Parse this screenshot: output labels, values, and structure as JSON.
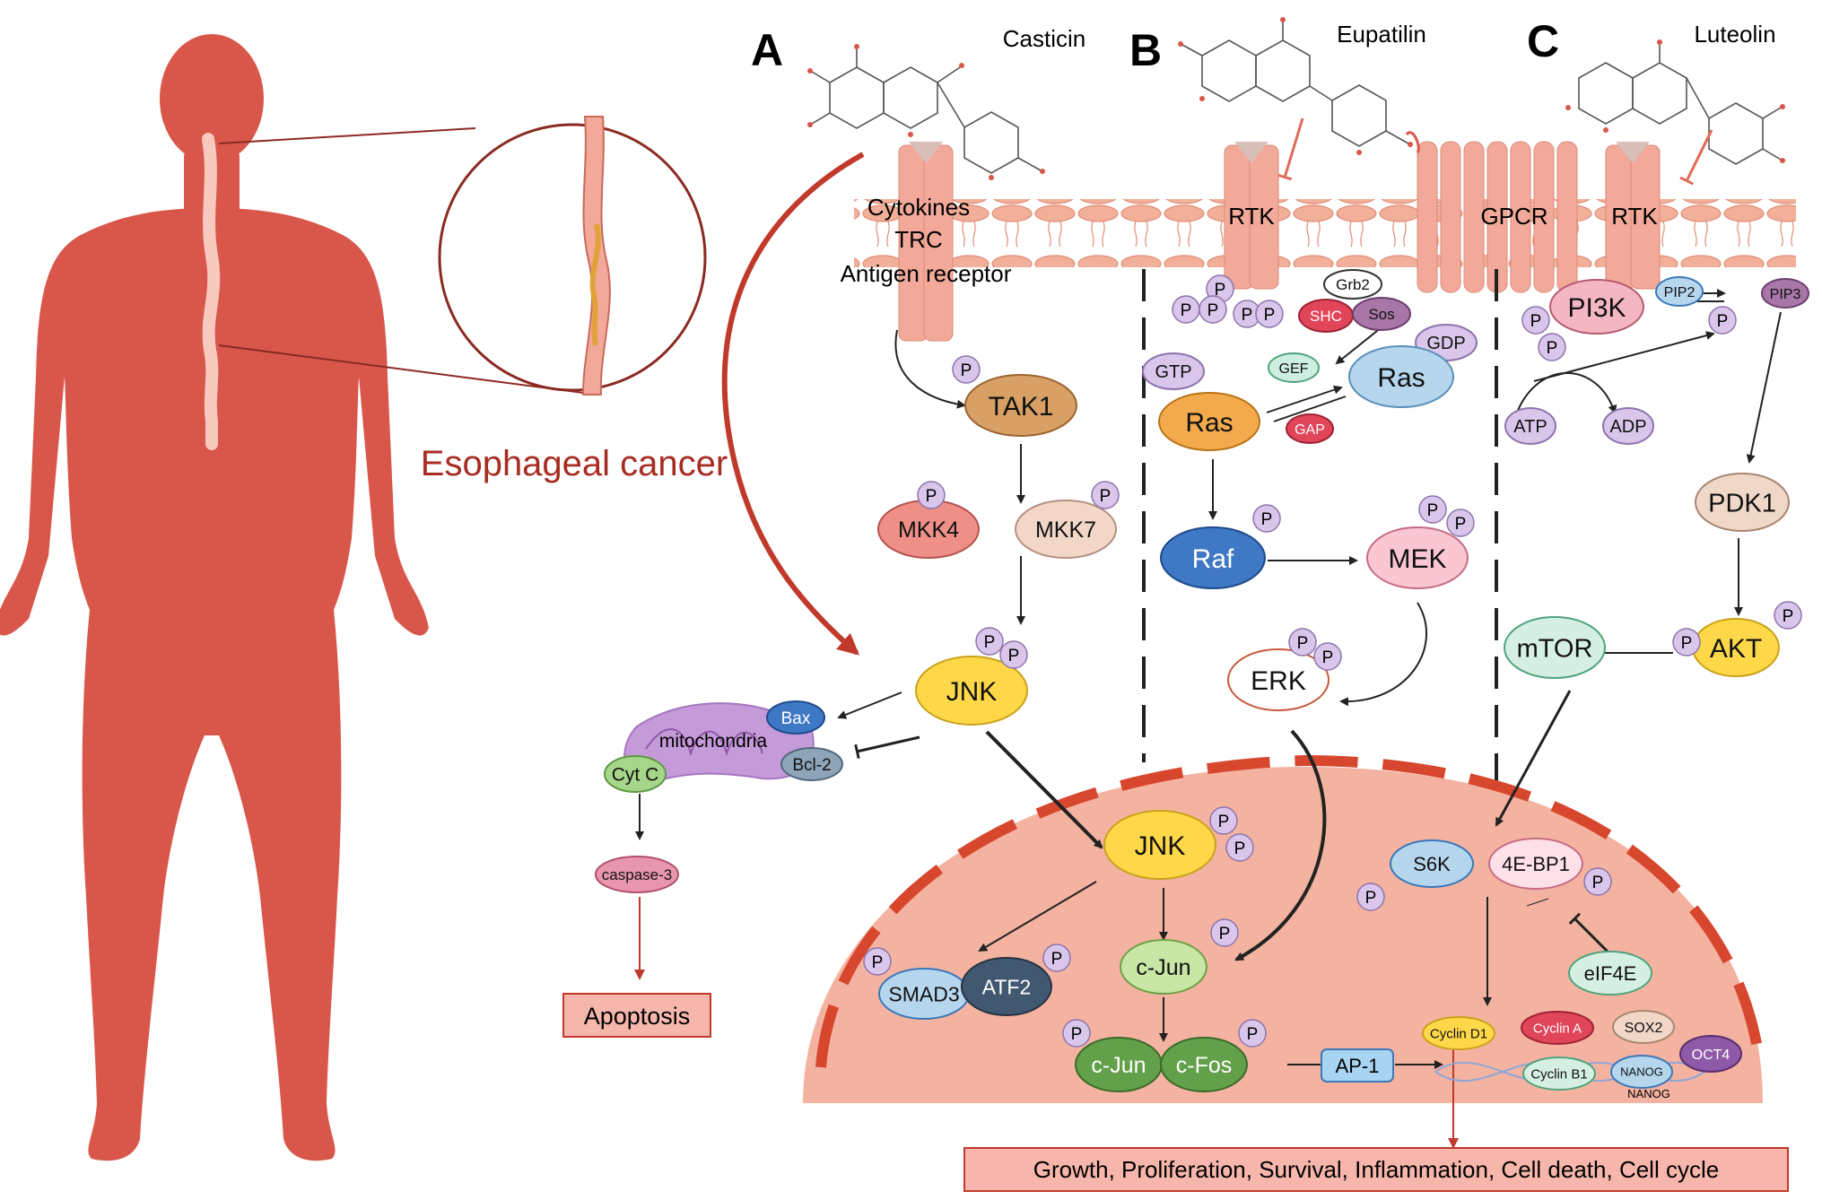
{
  "panels": {
    "a": "A",
    "b": "B",
    "c": "C"
  },
  "compounds": {
    "a": "Casticin",
    "b": "Eupatilin",
    "c": "Luteolin"
  },
  "disease_label": "Esophageal cancer",
  "receptors": {
    "cytokines": "Cytokines",
    "trc": "TRC",
    "antigen": "Antigen receptor",
    "rtk_b": "RTK",
    "gpcr": "GPCR",
    "rtk_c": "RTK"
  },
  "phospho": "P",
  "nodes": {
    "tak1": "TAK1",
    "mkk4": "MKK4",
    "mkk7": "MKK7",
    "jnk": "JNK",
    "jnk_nuc": "JNK",
    "bax": "Bax",
    "bcl2": "Bcl-2",
    "mitochondria": "mitochondria",
    "cytc": "Cyt C",
    "caspase3": "caspase-3",
    "apoptosis": "Apoptosis",
    "grb2": "Grb2",
    "shc": "SHC",
    "sos": "Sos",
    "gtp": "GTP",
    "gdp": "GDP",
    "gef": "GEF",
    "gap": "GAP",
    "ras_gtp": "Ras",
    "ras_gdp": "Ras",
    "raf": "Raf",
    "mek": "MEK",
    "erk": "ERK",
    "pi3k": "PI3K",
    "pip2": "PIP2",
    "pip3": "PIP3",
    "atp": "ATP",
    "adp": "ADP",
    "pdk1": "PDK1",
    "akt": "AKT",
    "mtor": "mTOR",
    "s6k": "S6K",
    "ebp1": "4E-BP1",
    "eif4e": "eIF4E",
    "smad3": "SMAD3",
    "atf2": "ATF2",
    "cjun": "c-Jun",
    "cjun2": "c-Jun",
    "cfos": "c-Fos",
    "ap1": "AP-1",
    "cyclind1": "Cyclin D1",
    "cyclina": "Cyclin A",
    "cyclinb1": "Cyclin B1",
    "sox2": "SOX2",
    "nanog": "NANOG",
    "nanog_small": "NANOG",
    "oct4": "OCT4"
  },
  "outcome": "Growth, Proliferation, Survival, Inflammation, Cell death, Cell cycle",
  "colors": {
    "body": "#d9574a",
    "membrane": "#f2b09a",
    "nucleus": "#f4b3a1",
    "nucleus_border": "#d7472e",
    "phospho": "#d9c6ea",
    "accent_red": "#c0392b"
  }
}
